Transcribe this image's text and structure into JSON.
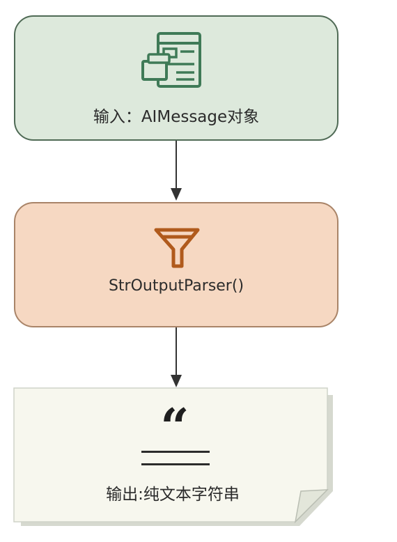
{
  "nodes": {
    "input": {
      "label": "输入：AIMessage对象",
      "icon": "document-icon",
      "fill": "#dde9dc",
      "stroke": "#4f6a55"
    },
    "parser": {
      "label": "StrOutputParser()",
      "icon": "funnel-icon",
      "fill": "#f6d8c2",
      "stroke": "#a98468"
    },
    "output": {
      "label": "输出:纯文本字符串",
      "quote_glyph": "“",
      "icon": "quote-icon",
      "fill": "#f7f7ee"
    }
  },
  "edges": [
    {
      "from": "input",
      "to": "parser"
    },
    {
      "from": "parser",
      "to": "output"
    }
  ]
}
